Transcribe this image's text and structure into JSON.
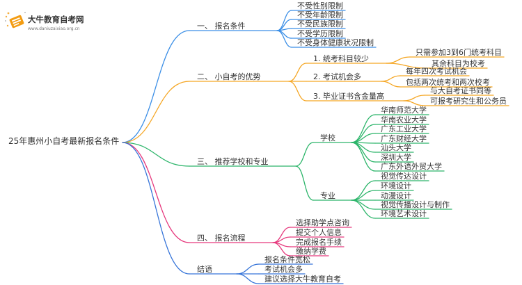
{
  "logo": {
    "name": "大牛教育自考网",
    "url": "www.daniuzaixiao.org.cn"
  },
  "mindmap": {
    "root": "25年惠州小自考最新报名条件",
    "branches": [
      {
        "label": "一、 报名条件",
        "color": "#3a8ee6",
        "children": [
          "不受性别限制",
          "不受年龄限制",
          "不受民族限制",
          "不受学历限制",
          "不受身体健康状况限制"
        ]
      },
      {
        "label": "二、 小自考的优势",
        "color": "#f5a623",
        "children": [
          {
            "label": "1. 统考科目较少",
            "children": [
              "只需参加3到6门统考科目",
              "其余科目为校考"
            ]
          },
          {
            "label": "2. 考试机会多",
            "children": [
              "每年四次考试机会",
              "包括两次统考和两次校考"
            ]
          },
          {
            "label": "3. 毕业证书含金量高",
            "children": [
              "与大自考证书同等",
              "可报考研究生和公务员"
            ]
          }
        ]
      },
      {
        "label": "三、 推荐学校和专业",
        "color": "#2cb56a",
        "children": [
          {
            "label": "学校",
            "children": [
              "华南师范大学",
              "华南农业大学",
              "广东工业大学",
              "广东财经大学",
              "汕头大学",
              "深圳大学",
              "广东外语外贸大学"
            ]
          },
          {
            "label": "专业",
            "children": [
              "视觉传达设计",
              "环境设计",
              "动漫设计",
              "视觉传播设计与制作",
              "环境艺术设计"
            ]
          }
        ]
      },
      {
        "label": "四、 报名流程",
        "color": "#e6397d",
        "children": [
          "选择助学点咨询",
          "提交个人信息",
          "完成报名手续",
          "缴纳学费"
        ]
      },
      {
        "label": "结语",
        "color": "#3775d9",
        "children": [
          "报名条件宽松",
          "考试机会多",
          "建议选择大牛教育自考"
        ]
      }
    ]
  }
}
